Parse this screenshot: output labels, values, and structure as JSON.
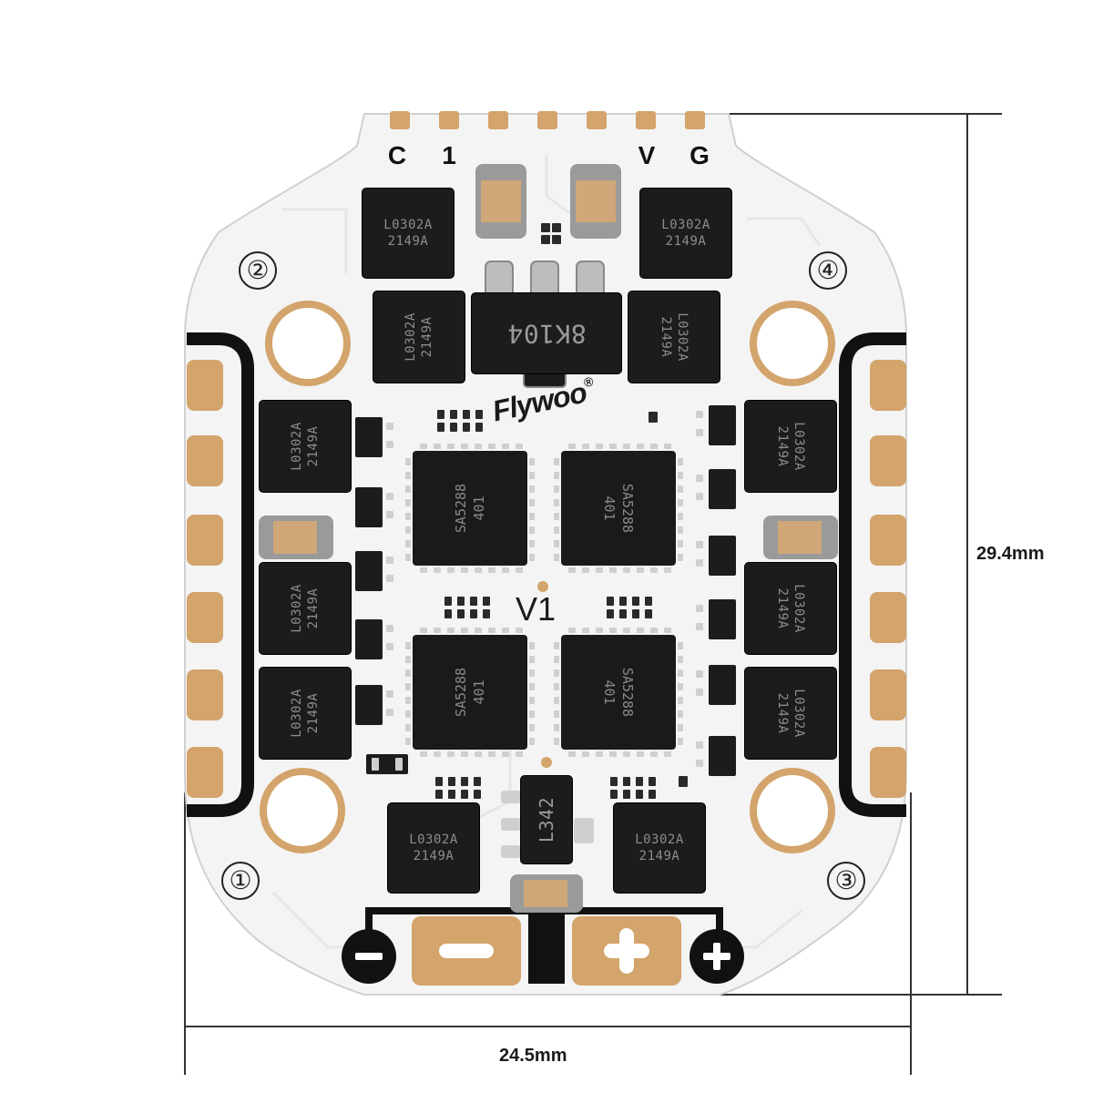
{
  "dimensions": {
    "width_label": "24.5mm",
    "height_label": "29.4mm"
  },
  "pins": {
    "top": [
      "C",
      "1",
      "V",
      "G"
    ]
  },
  "motor_numbers": [
    "②",
    "④",
    "①",
    "③"
  ],
  "chips": {
    "mosfet_line1": "L0302A",
    "mosfet_line2": "2149A",
    "regulator": "8K104",
    "driver_line1": "SA5288",
    "driver_line2": "401",
    "ldo": "L342"
  },
  "board": {
    "version": "V1",
    "brand": "Flywoo",
    "registered": "®"
  },
  "power": {
    "minus": "−",
    "plus": "+"
  },
  "colors": {
    "board": "#f4f4f4",
    "copper": "#d3a46b",
    "copper_dark": "#b98a52",
    "chip": "#1c1c1c",
    "silk": "#111111"
  }
}
